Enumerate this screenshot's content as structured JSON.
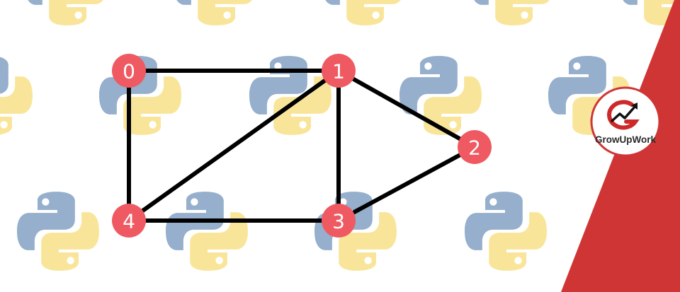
{
  "graph": {
    "nodes": [
      {
        "id": "0",
        "label": "0"
      },
      {
        "id": "1",
        "label": "1"
      },
      {
        "id": "2",
        "label": "2"
      },
      {
        "id": "3",
        "label": "3"
      },
      {
        "id": "4",
        "label": "4"
      }
    ],
    "edges": [
      [
        "0",
        "1"
      ],
      [
        "0",
        "4"
      ],
      [
        "1",
        "4"
      ],
      [
        "1",
        "3"
      ],
      [
        "1",
        "2"
      ],
      [
        "2",
        "3"
      ],
      [
        "3",
        "4"
      ]
    ]
  },
  "background": {
    "pattern_icon": "python-logo-icon"
  },
  "brand": {
    "text": "GrowUpWork",
    "emblem": "growupwork-g-logo-icon"
  },
  "colors": {
    "node_fill": "#ef5a62",
    "edge": "#000000",
    "banner": "#cf3535",
    "python_blue": "#3f6ea3",
    "python_yellow": "#f5cf47"
  }
}
